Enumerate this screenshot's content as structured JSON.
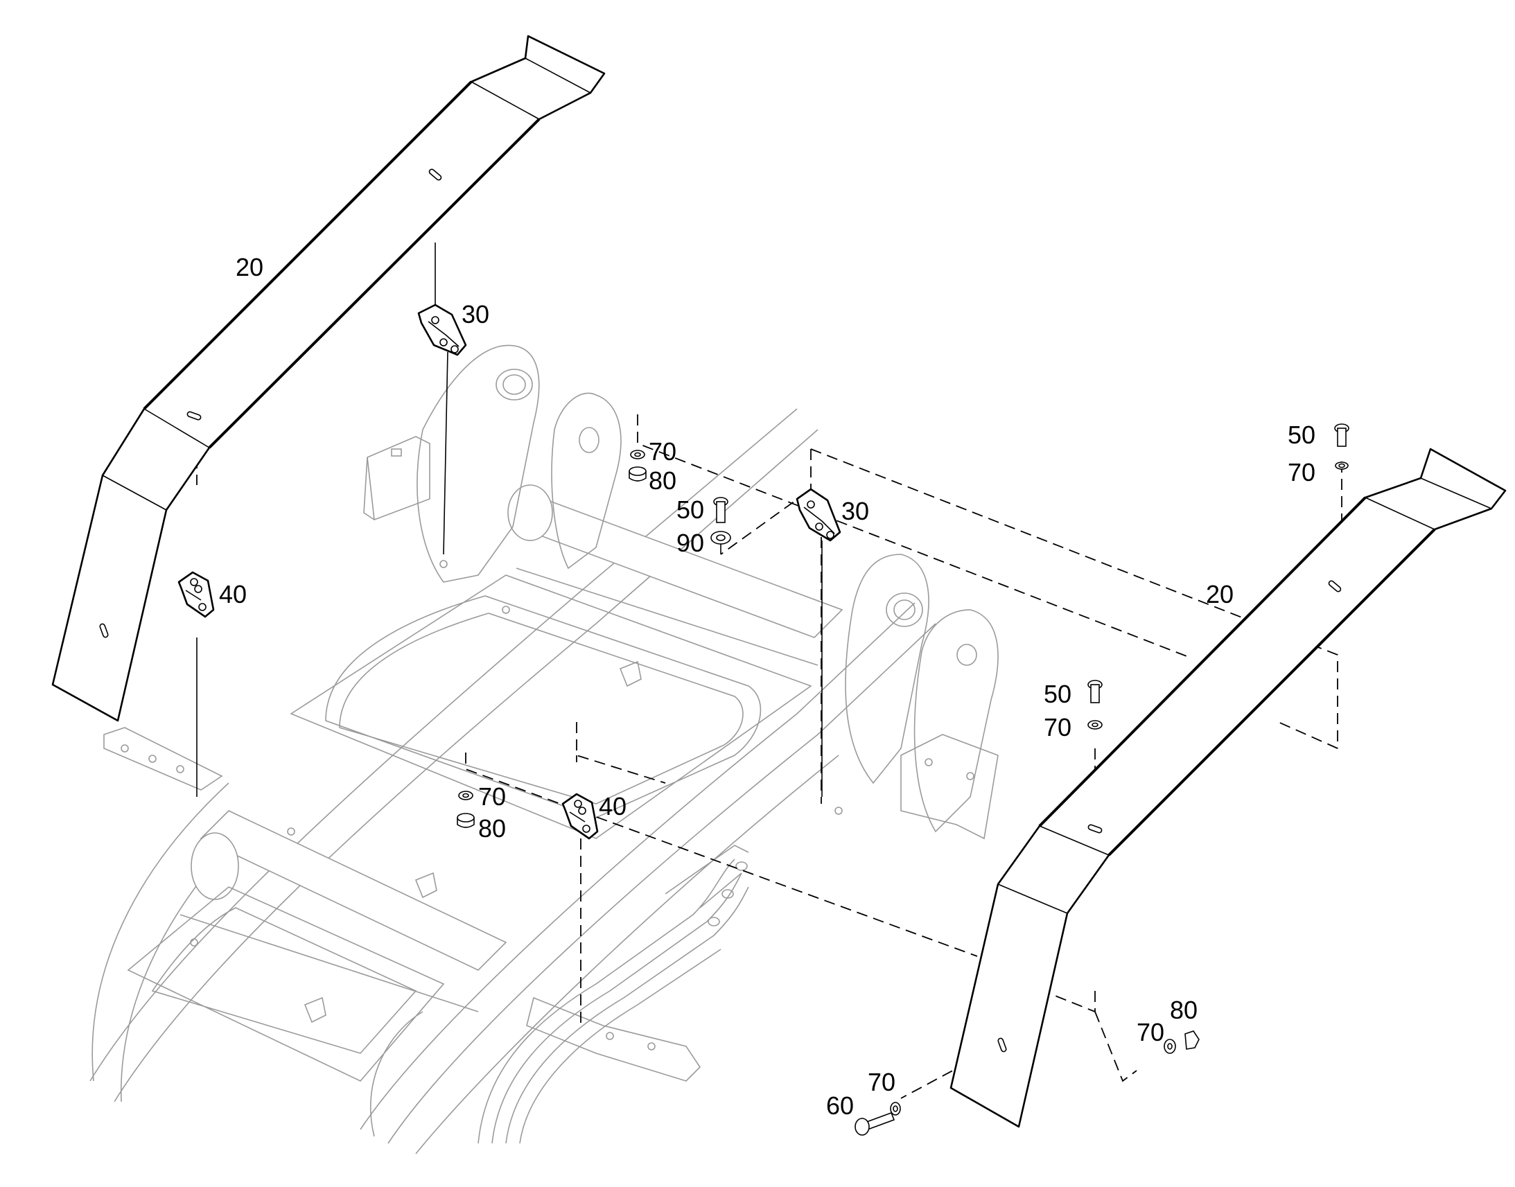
{
  "callouts": {
    "fender_left": "20",
    "fender_right": "20",
    "bracket_30_left": "30",
    "bracket_30_center": "30",
    "bracket_40_left": "40",
    "bracket_40_center": "40",
    "bolt_50_a": "50",
    "bolt_50_b": "50",
    "bolt_50_c": "50",
    "bolt_60": "60",
    "washer_70_a": "70",
    "washer_70_b": "70",
    "washer_70_c": "70",
    "washer_70_d": "70",
    "washer_70_e": "70",
    "washer_70_f": "70",
    "nut_80_a": "80",
    "nut_80_b": "80",
    "nut_80_c": "80",
    "washer_90": "90"
  },
  "colors": {
    "part_outline": "#000000",
    "frame_outline": "#9a9a9a",
    "background": "#ffffff"
  }
}
